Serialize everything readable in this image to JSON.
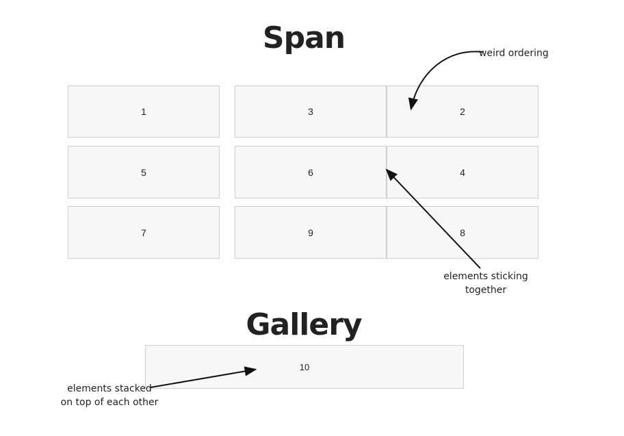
{
  "span_section": {
    "title": "Span",
    "cells": [
      "1",
      "3",
      "2",
      "5",
      "6",
      "4",
      "7",
      "9",
      "8"
    ]
  },
  "gallery_section": {
    "title": "Gallery",
    "cells": [
      "10"
    ]
  },
  "annotations": {
    "weird_ordering": "weird ordering",
    "sticking_line1": "elements sticking",
    "sticking_line2": "together",
    "stacked_line1": "elements stacked",
    "stacked_line2": "on top of each other"
  },
  "colors": {
    "text": "#222222",
    "cell_fill": "#f7f7f7",
    "cell_border": "#cfcfcf",
    "arrow": "#111111"
  }
}
